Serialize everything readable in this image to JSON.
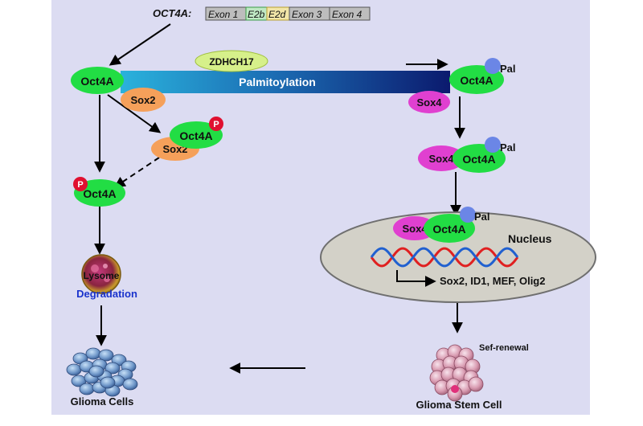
{
  "gene": {
    "name": "OCT4A:",
    "exons": [
      "Exon 1",
      "E2b",
      "E2d",
      "Exon 3",
      "Exon 4"
    ]
  },
  "proteins": {
    "oct4a": "Oct4A",
    "sox2": "Sox2",
    "sox4": "Sox4",
    "pal": "Pal",
    "phospho": "P"
  },
  "enzyme": "ZDHCH17",
  "process": "Palmitoylation",
  "nucleus": {
    "label": "Nucleus",
    "targets": "Sox2, ID1, MEF, Olig2"
  },
  "labels": {
    "lysosome": "Lysome",
    "degradation": "Degradation",
    "glioma_cells": "Glioma Cells",
    "stem_cell": "Glioma Stem Cell",
    "self_renewal": "Sef-renewal"
  },
  "colors": {
    "background": "#dcdcf2",
    "protein_green": "#22dd44",
    "sox_orange": "#f5a05a",
    "sox4_magenta": "#e040d0",
    "pal_blue": "#6b86e6",
    "phospho_red": "#e01030",
    "degradation_text": "#1a33cc"
  }
}
